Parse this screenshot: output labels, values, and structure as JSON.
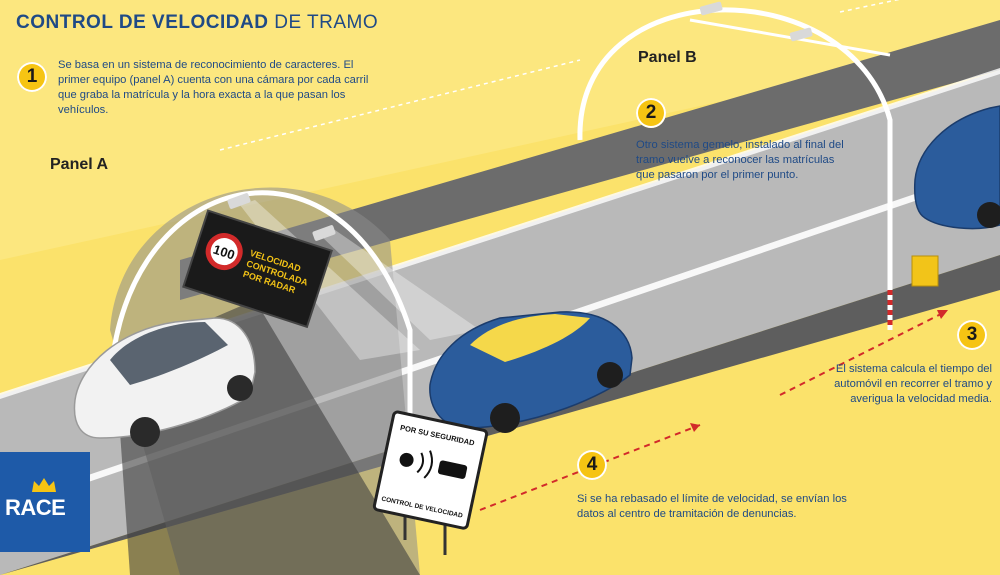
{
  "title": {
    "bold": "CONTROL DE VELOCIDAD",
    "rest": " DE TRAMO"
  },
  "steps": [
    {
      "number": "1",
      "text": "Se basa en un sistema de reconocimiento de caracteres. El primer equipo (panel A) cuenta con una cámara por cada carril que graba la matrícula y la hora exacta a la que pasan los vehículos."
    },
    {
      "number": "2",
      "text": "Otro sistema gemelo, instalado al final del tramo vuelve a reconocer las matrículas que pasaron por el primer punto."
    },
    {
      "number": "3",
      "text": "El sistema calcula el tiempo del automóvil en recorrer el tramo y averigua la velocidad media."
    },
    {
      "number": "4",
      "text": "Si se ha rebasado el límite de velocidad, se envían los datos al centro de tramitación de denuncias."
    }
  ],
  "panels": {
    "a": "Panel A",
    "b": "Panel B"
  },
  "speed_sign": {
    "limit": "100",
    "line1": "VELOCIDAD",
    "line2": "CONTROLADA",
    "line3": "POR RADAR"
  },
  "road_sign": {
    "top": "POR SU SEGURIDAD",
    "bottom": "CONTROL DE VELOCIDAD"
  },
  "logo": {
    "text": "RACE"
  },
  "colors": {
    "background": "#fbe26b",
    "title": "#1f4a86",
    "badge": "#f6c413",
    "road": "#b9b9b9",
    "car_blue": "#2b5c9c",
    "logo": "#1e5aa8",
    "arrow": "#d22a2a"
  }
}
